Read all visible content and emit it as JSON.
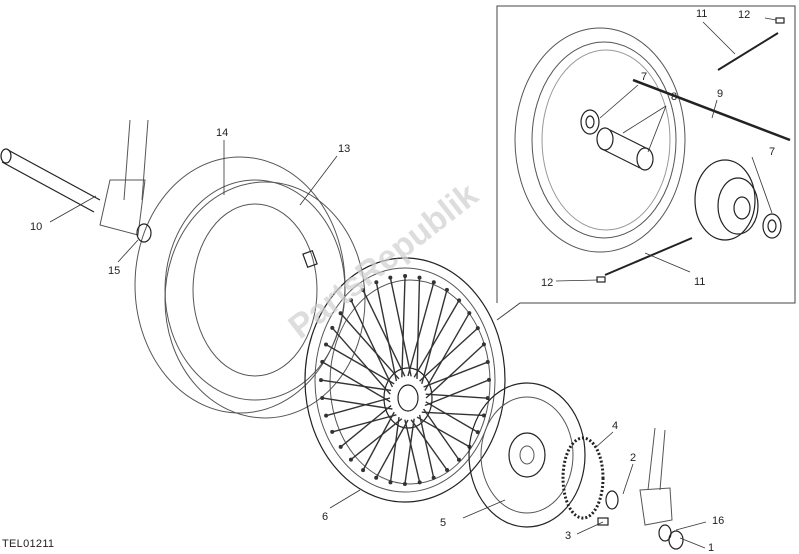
{
  "drawing": {
    "code": "TEL01211",
    "watermark": "PartsRepublik"
  },
  "callouts": {
    "c1": "1",
    "c2": "2",
    "c3": "3",
    "c4": "4",
    "c5": "5",
    "c6": "6",
    "c7a": "7",
    "c7b": "7",
    "c8": "8",
    "c9": "9",
    "c10": "10",
    "c11a": "11",
    "c11b": "11",
    "c12a": "12",
    "c12b": "12",
    "c13": "13",
    "c14": "14",
    "c15": "15",
    "c16": "16"
  }
}
